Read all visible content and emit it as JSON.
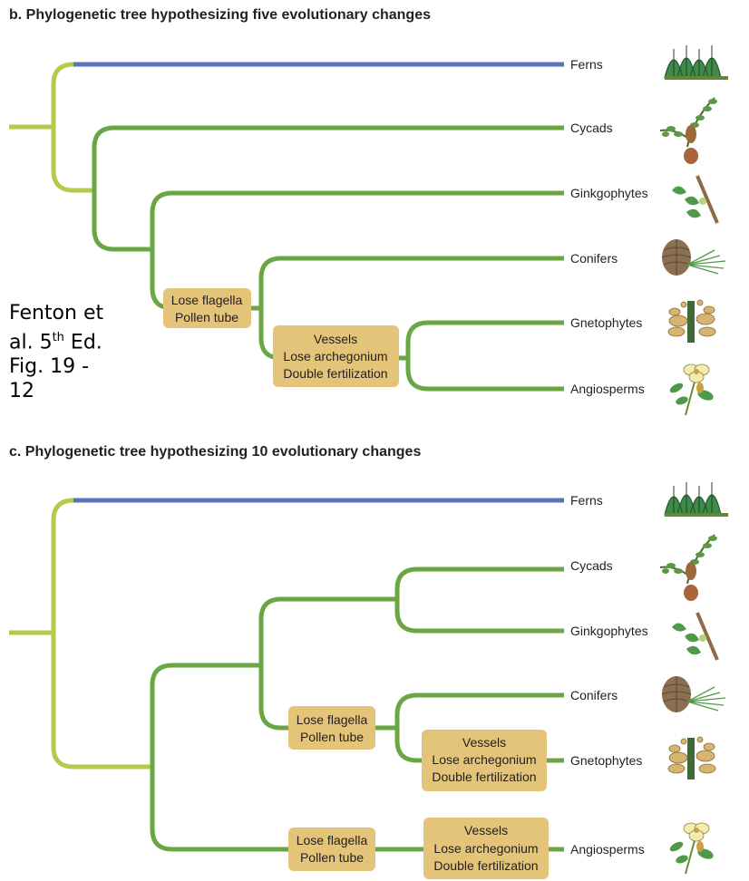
{
  "panel_b": {
    "title": "b. Phylogenetic tree hypothesizing five evolutionary changes",
    "taxa": [
      "Ferns",
      "Cycads",
      "Ginkgophytes",
      "Conifers",
      "Gnetophytes",
      "Angiosperms"
    ],
    "box1": [
      "Lose flagella",
      "Pollen tube"
    ],
    "box2": [
      "Vessels",
      "Lose archegonium",
      "Double fertilization"
    ]
  },
  "panel_c": {
    "title": "c. Phylogenetic tree hypothesizing 10 evolutionary changes",
    "taxa": [
      "Ferns",
      "Cycads",
      "Ginkgophytes",
      "Conifers",
      "Gnetophytes",
      "Angiosperms"
    ],
    "box1": [
      "Lose flagella",
      "Pollen tube"
    ],
    "box2": [
      "Vessels",
      "Lose archegonium",
      "Double fertilization"
    ],
    "box3": [
      "Lose flagella",
      "Pollen tube"
    ],
    "box4": [
      "Vessels",
      "Lose archegonium",
      "Double fertilization"
    ]
  },
  "credit": {
    "line1": "Fenton et",
    "line2_pre": "al. 5",
    "line2_sup": "th",
    "line2_post": " Ed.",
    "line3": "Fig. 19 -",
    "line4": "12"
  },
  "colors": {
    "root": "#b5c94a",
    "fern": "#5a74b8",
    "branch": "#6aa644",
    "box": "#e3c478"
  },
  "icons": [
    "fern-icon",
    "cycad-icon",
    "ginkgo-icon",
    "conifer-icon",
    "gnetophyte-icon",
    "angiosperm-icon"
  ]
}
